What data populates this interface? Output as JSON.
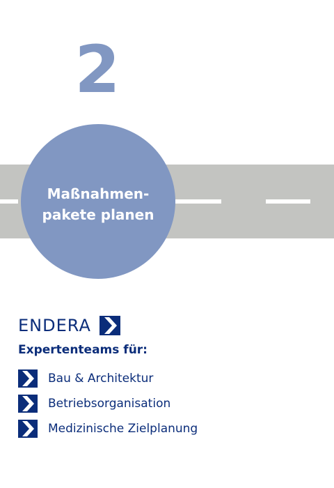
{
  "step": {
    "number": "2",
    "label_line1": "Maßnahmen-",
    "label_line2": "pakete planen"
  },
  "brand": {
    "name": "ENDERA",
    "logo_icon": "chevron-right-icon"
  },
  "services": {
    "title": "Expertenteams für:",
    "items": [
      {
        "label": "Bau & Architektur",
        "icon": "chevron-right-icon"
      },
      {
        "label": "Betriebsorganisation",
        "icon": "chevron-right-icon"
      },
      {
        "label": "Medizinische Zielplanung",
        "icon": "chevron-right-icon"
      }
    ]
  },
  "colors": {
    "accent": "#8197c2",
    "brand_blue": "#0b2d7a",
    "road": "#c3c4c1",
    "road_marking": "#ffffff"
  }
}
